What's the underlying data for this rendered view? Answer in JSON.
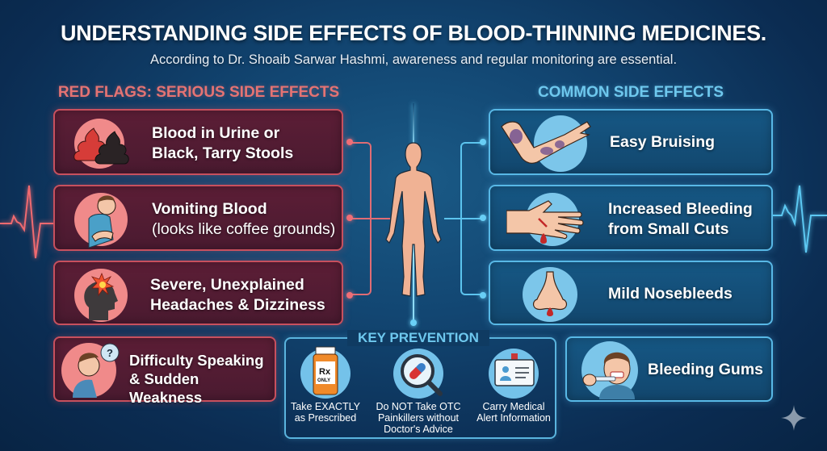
{
  "header": {
    "title": "UNDERSTANDING SIDE EFFECTS OF BLOOD-THINNING MEDICINES.",
    "subtitle": "According to Dr. Shoaib Sarwar Hashmi, awareness and regular monitoring are essential."
  },
  "red_flags": {
    "heading": "RED FLAGS: SERIOUS SIDE EFFECTS",
    "color": "#e57373",
    "items": [
      {
        "line1": "Blood in Urine or",
        "line2": "Black, Tarry Stools",
        "icon": "stool-icon"
      },
      {
        "line1": "Vomiting Blood",
        "line2": "(looks like coffee grounds)",
        "icon": "vomiting-person-icon"
      },
      {
        "line1": "Severe, Unexplained",
        "line2": "Headaches & Dizziness",
        "icon": "headache-icon"
      },
      {
        "line1": "Difficulty Speaking",
        "line2": "& Sudden Weakness",
        "icon": "speech-difficulty-icon"
      }
    ]
  },
  "common": {
    "heading": "COMMON SIDE EFFECTS",
    "color": "#6ec8ee",
    "items": [
      {
        "line1": "Easy Bruising",
        "icon": "bruised-arm-icon"
      },
      {
        "line1": "Increased Bleeding",
        "line2": "from Small Cuts",
        "icon": "cut-hand-icon"
      },
      {
        "line1": "Mild Nosebleeds",
        "icon": "nosebleed-icon"
      },
      {
        "line1": "Bleeding Gums",
        "icon": "bleeding-gums-icon"
      }
    ]
  },
  "prevention": {
    "heading": "KEY PREVENTION",
    "items": [
      {
        "line1": "Take EXACTLY",
        "line2": "as Prescribed",
        "icon": "rx-bottle-icon",
        "rx": "Rx",
        "only": "ONLY"
      },
      {
        "line1": "Do NOT Take OTC",
        "line2": "Painkillers without",
        "line3": "Doctor's Advice",
        "icon": "magnifier-pill-icon"
      },
      {
        "line1": "Carry Medical",
        "line2": "Alert Information",
        "icon": "id-card-icon"
      }
    ]
  }
}
